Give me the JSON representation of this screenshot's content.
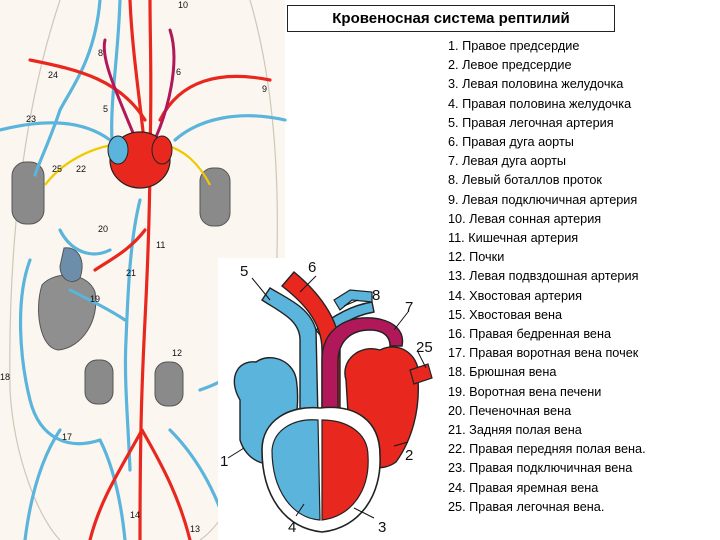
{
  "title": "Кровеносная система рептилий",
  "colors": {
    "arterial": "#e8281e",
    "venous": "#5ab4dc",
    "mixed": "#b0185a",
    "organ": "#777777",
    "background": "#ffffff"
  },
  "legend": [
    "1. Правое предсердие",
    "2. Левое предсердие",
    "3. Левая половина желудочка",
    "4. Правая половина желудочка",
    "5. Правая легочная артерия",
    "6. Правая дуга аорты",
    "7. Левая дуга аорты",
    "8. Левый боталлов проток",
    "9. Левая подключичная артерия",
    "10. Левая сонная артерия",
    "11. Кишечная артерия",
    "12. Почки",
    "13. Левая подвздошная артерия",
    "14. Хвостовая артерия",
    "15. Хвостовая вена",
    "16. Правая бедренная вена",
    "17. Правая воротная вена почек",
    "18. Брюшная вена",
    "19. Воротная вена печени",
    "20. Печеночная вена",
    "21. Задняя полая вена",
    "22. Правая передняя полая вена.",
    "23. Правая подключичная вена",
    "24. Правая яремная вена",
    "25. Правая легочная вена."
  ],
  "body_diagram": {
    "labels": [
      "10",
      "8",
      "24",
      "6",
      "9",
      "23",
      "5",
      "25",
      "22",
      "20",
      "11",
      "21",
      "19",
      "12",
      "18",
      "17",
      "14",
      "13"
    ]
  },
  "heart_diagram": {
    "labels": [
      "5",
      "6",
      "8",
      "7",
      "25",
      "2",
      "1",
      "4",
      "3"
    ]
  }
}
